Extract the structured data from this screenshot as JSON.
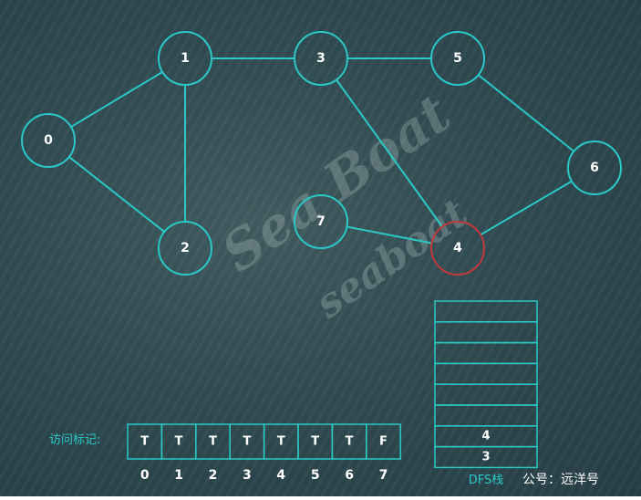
{
  "watermark": {
    "line1": "Sea Boat",
    "line2": "seaboat"
  },
  "graph": {
    "nodes": [
      {
        "id": "0",
        "label": "0"
      },
      {
        "id": "1",
        "label": "1"
      },
      {
        "id": "2",
        "label": "2"
      },
      {
        "id": "3",
        "label": "3"
      },
      {
        "id": "4",
        "label": "4",
        "current": true
      },
      {
        "id": "5",
        "label": "5"
      },
      {
        "id": "6",
        "label": "6"
      },
      {
        "id": "7",
        "label": "7"
      }
    ],
    "edges": [
      [
        "0",
        "1"
      ],
      [
        "0",
        "2"
      ],
      [
        "1",
        "2"
      ],
      [
        "1",
        "3"
      ],
      [
        "3",
        "5"
      ],
      [
        "3",
        "4"
      ],
      [
        "5",
        "6"
      ],
      [
        "6",
        "4"
      ],
      [
        "7",
        "4"
      ]
    ],
    "colors": {
      "node_stroke": "#2ac8c6",
      "current_node_stroke": "#c0393d",
      "edge": "#2ac8c6"
    }
  },
  "visited": {
    "label": "访问标记:",
    "marks": [
      "T",
      "T",
      "T",
      "T",
      "T",
      "T",
      "T",
      "F"
    ],
    "indices": [
      "0",
      "1",
      "2",
      "3",
      "4",
      "5",
      "6",
      "7"
    ]
  },
  "stack": {
    "title": "DFS栈",
    "slots": [
      "",
      "",
      "",
      "",
      "",
      "",
      "4",
      "3"
    ]
  },
  "footer": {
    "text": "公号：远洋号"
  }
}
